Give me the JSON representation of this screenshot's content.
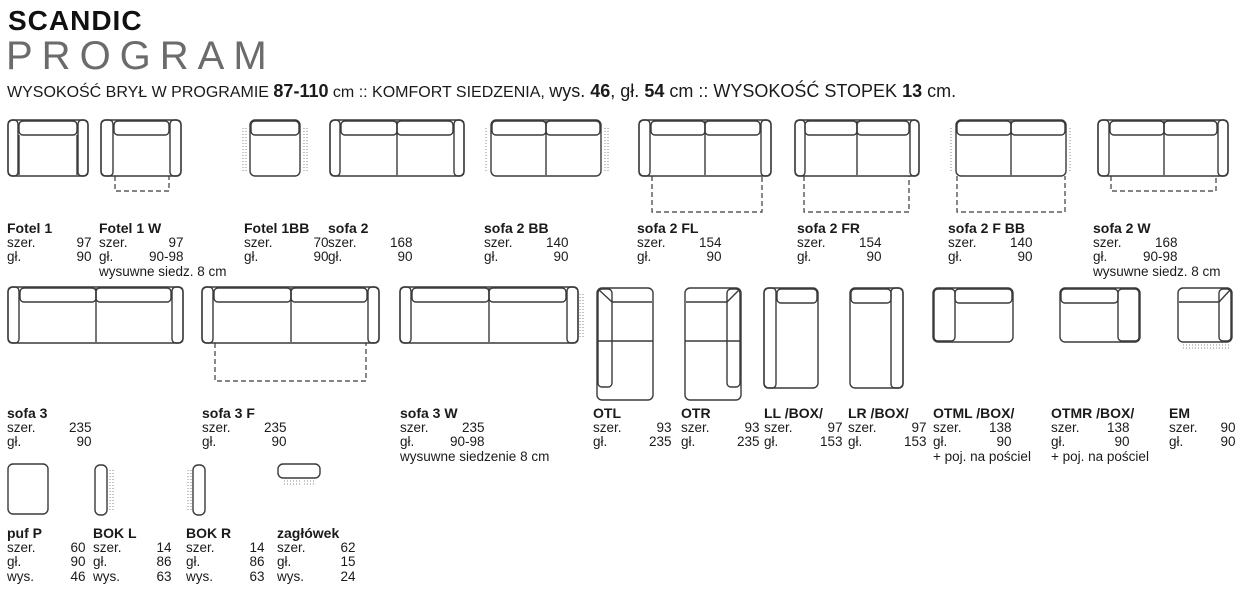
{
  "header": {
    "brand": "SCANDIC",
    "subtitle": "PROGRAM",
    "specs": {
      "t1": "WYSOKOŚĆ BRYŁ W PROGRAMIE ",
      "v1": "87-110",
      "t2": " cm :: KOMFORT SIEDZENIA, ",
      "t3": "wys. ",
      "v2": "46",
      "t4": ", gł. ",
      "v3": "54",
      "t5": " cm :: WYSOKOŚĆ STOPEK ",
      "v4": "13",
      "t6": " cm."
    }
  },
  "items": [
    {
      "name": "Fotel 1",
      "rows": [
        [
          "szer.",
          "97"
        ],
        [
          "gł.",
          "90"
        ]
      ],
      "note": ""
    },
    {
      "name": "Fotel 1 W",
      "rows": [
        [
          "szer.",
          "97"
        ],
        [
          "gł.",
          "90-98"
        ]
      ],
      "note": "wysuwne siedz. 8 cm"
    },
    {
      "name": "Fotel 1BB",
      "rows": [
        [
          "szer.",
          "70"
        ],
        [
          "gł.",
          "90"
        ]
      ],
      "note": ""
    },
    {
      "name": "sofa 2",
      "rows": [
        [
          "szer.",
          "168"
        ],
        [
          "gł.",
          "90"
        ]
      ],
      "note": ""
    },
    {
      "name": "sofa 2 BB",
      "rows": [
        [
          "szer.",
          "140"
        ],
        [
          "gł.",
          "90"
        ]
      ],
      "note": ""
    },
    {
      "name": "sofa 2 FL",
      "rows": [
        [
          "szer.",
          "154"
        ],
        [
          "gł.",
          "90"
        ]
      ],
      "note": ""
    },
    {
      "name": "sofa 2 FR",
      "rows": [
        [
          "szer.",
          "154"
        ],
        [
          "gł.",
          "90"
        ]
      ],
      "note": ""
    },
    {
      "name": "sofa 2 F BB",
      "rows": [
        [
          "szer.",
          "140"
        ],
        [
          "gł.",
          "90"
        ]
      ],
      "note": ""
    },
    {
      "name": "sofa 2 W",
      "rows": [
        [
          "szer.",
          "168"
        ],
        [
          "gł.",
          "90-98"
        ]
      ],
      "note": "wysuwne siedz. 8 cm"
    },
    {
      "name": "sofa 3",
      "rows": [
        [
          "szer.",
          "235"
        ],
        [
          "gł.",
          "90"
        ]
      ],
      "note": ""
    },
    {
      "name": "sofa 3 F",
      "rows": [
        [
          "szer.",
          "235"
        ],
        [
          "gł.",
          "90"
        ]
      ],
      "note": ""
    },
    {
      "name": "sofa 3 W",
      "rows": [
        [
          "szer.",
          "235"
        ],
        [
          "gł.",
          "90-98"
        ]
      ],
      "note": "wysuwne siedzenie 8 cm"
    },
    {
      "name": "OTL",
      "rows": [
        [
          "szer.",
          "93"
        ],
        [
          "gł.",
          "235"
        ]
      ],
      "note": ""
    },
    {
      "name": "OTR",
      "rows": [
        [
          "szer.",
          "93"
        ],
        [
          "gł.",
          "235"
        ]
      ],
      "note": ""
    },
    {
      "name": "LL /BOX/",
      "rows": [
        [
          "szer.",
          "97"
        ],
        [
          "gł.",
          "153"
        ]
      ],
      "note": ""
    },
    {
      "name": "LR /BOX/",
      "rows": [
        [
          "szer.",
          "97"
        ],
        [
          "gł.",
          "153"
        ]
      ],
      "note": ""
    },
    {
      "name": "OTML /BOX/",
      "rows": [
        [
          "szer.",
          "138"
        ],
        [
          "gł.",
          "90"
        ]
      ],
      "note": "+ poj. na pościel"
    },
    {
      "name": "OTMR /BOX/",
      "rows": [
        [
          "szer.",
          "138"
        ],
        [
          "gł.",
          "90"
        ]
      ],
      "note": "+ poj. na pościel"
    },
    {
      "name": "EM",
      "rows": [
        [
          "szer.",
          "90"
        ],
        [
          "gł.",
          "90"
        ]
      ],
      "note": ""
    },
    {
      "name": "puf P",
      "rows": [
        [
          "szer.",
          "60"
        ],
        [
          "gł.",
          "90"
        ],
        [
          "wys.",
          "46"
        ]
      ],
      "note": ""
    },
    {
      "name": "BOK L",
      "rows": [
        [
          "szer.",
          "14"
        ],
        [
          "gł.",
          "86"
        ],
        [
          "wys.",
          "63"
        ]
      ],
      "note": ""
    },
    {
      "name": "BOK R",
      "rows": [
        [
          "szer.",
          "14"
        ],
        [
          "gł.",
          "86"
        ],
        [
          "wys.",
          "63"
        ]
      ],
      "note": ""
    },
    {
      "name": "zagłówek",
      "rows": [
        [
          "szer.",
          "62"
        ],
        [
          "gł.",
          "15"
        ],
        [
          "wys.",
          "24"
        ]
      ],
      "note": ""
    }
  ]
}
